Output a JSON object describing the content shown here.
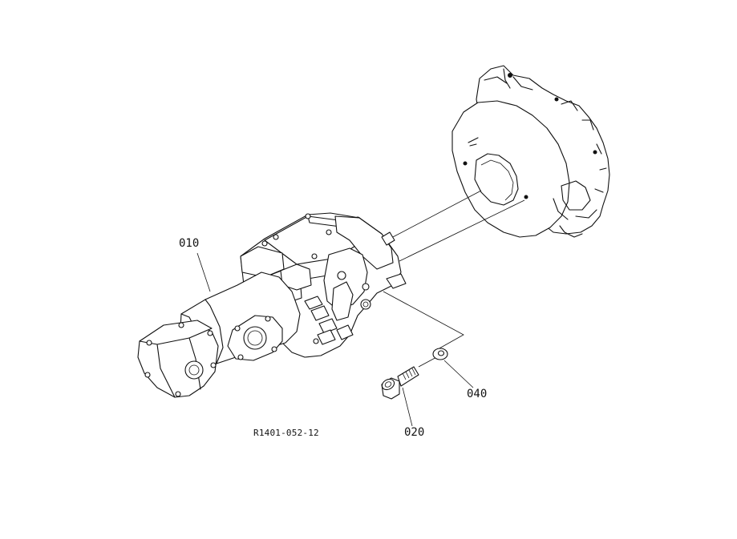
{
  "parts": [
    {
      "id": "pump",
      "callout": "010"
    },
    {
      "id": "bolt",
      "callout": "020"
    },
    {
      "id": "washer",
      "callout": "040"
    }
  ],
  "figure_ref": "R1401-052-12"
}
